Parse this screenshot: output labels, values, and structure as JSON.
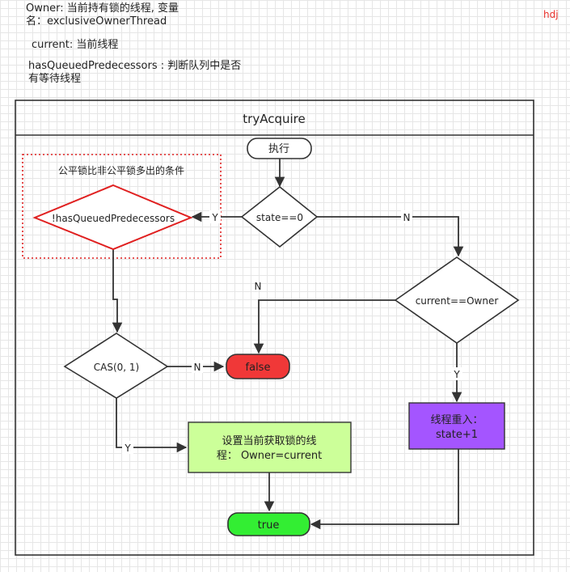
{
  "notes": {
    "owner": "Owner: 当前持有锁的线程, 变量\n  名：exclusiveOwnerThread",
    "current": "current: 当前线程",
    "queued": "hasQueuedPredecessors : 判断队列中是否\n有等待线程"
  },
  "author": "hdj",
  "diagram": {
    "title": "tryAcquire",
    "fair_condition_label": "公平锁比非公平锁多出的条件",
    "nodes": {
      "start": "执行",
      "state_check": "state==0",
      "has_queued": "!hasQueuedPredecessors",
      "current_owner": "current==Owner",
      "cas": "CAS(0, 1)",
      "false_end": "false",
      "set_owner": "设置当前获取锁的线\n程： Owner=current",
      "reentry": "线程重入：\nstate+1",
      "true_end": "true"
    },
    "edge_labels": {
      "state_yes": "Y",
      "state_no": "N",
      "owner_no": "N",
      "owner_yes": "Y",
      "cas_no": "N",
      "cas_yes": "Y"
    },
    "colors": {
      "false_fill": "#f03838",
      "true_fill": "#33ee33",
      "set_owner_fill": "#ccff99",
      "reentry_fill": "#a455ff",
      "highlight": "#e02020"
    }
  }
}
